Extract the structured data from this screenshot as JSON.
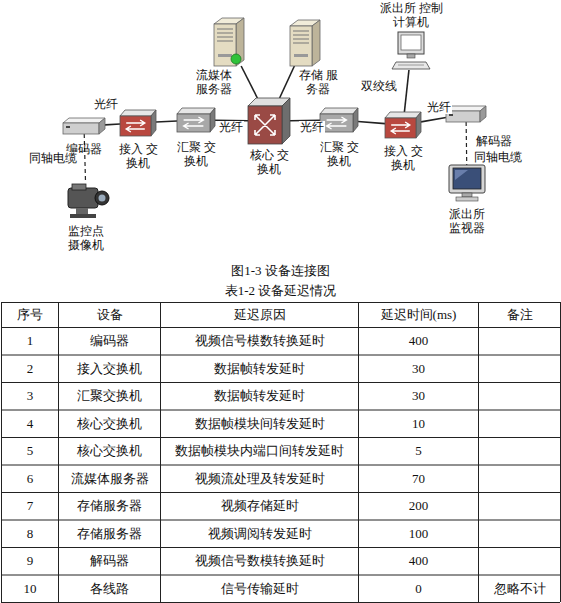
{
  "diagram": {
    "caption": "图1-3 设备连接图",
    "nodes": [
      {
        "text": [
          "编码器"
        ]
      },
      {
        "text": [
          "接入 交换机"
        ]
      },
      {
        "text": [
          "汇聚 交换机"
        ]
      },
      {
        "text": [
          "核心 交换机"
        ]
      },
      {
        "text": [
          "汇聚 交换机"
        ]
      },
      {
        "text": [
          "接入 交换机"
        ]
      },
      {
        "text": [
          "解码器"
        ]
      },
      {
        "text": [
          "监控点 摄像机"
        ]
      },
      {
        "text": [
          "流媒体 服务器"
        ]
      },
      {
        "text": [
          "存储 服务器"
        ]
      },
      {
        "text": [
          "派出所 控制计算机"
        ]
      },
      {
        "text": [
          "派出所 监视器"
        ]
      }
    ],
    "edges": [
      {
        "from": 0,
        "to": 1,
        "label": "光纤",
        "arrow": "none"
      },
      {
        "from": 1,
        "to": 2,
        "arrow": "none"
      },
      {
        "from": 2,
        "to": 3,
        "label": "光纤",
        "arrow": "none"
      },
      {
        "from": 3,
        "to": 4,
        "label": "光纤",
        "arrow": "none"
      },
      {
        "from": 4,
        "to": 5,
        "arrow": "none"
      },
      {
        "from": 5,
        "to": 6,
        "label": "光纤",
        "arrow": "none"
      },
      {
        "from": 0,
        "to": 7,
        "label": "同轴电缆",
        "arrow": "none"
      },
      {
        "from": 3,
        "to": 8,
        "arrow": "none"
      },
      {
        "from": 3,
        "to": 9,
        "arrow": "none"
      },
      {
        "from": 10,
        "to": 5,
        "label": "双绞线",
        "arrow": "none"
      },
      {
        "from": 6,
        "to": 11,
        "label": "同轴电缆",
        "arrow": "none"
      }
    ],
    "labels": [
      "表1-2 设备延迟情况",
      "序号",
      "设备",
      "延迟原因",
      "延迟时间(ms)",
      "备注",
      "1",
      "编码器",
      "视频信号模数转换延时",
      "400",
      "2",
      "接入交换机",
      "数据帧转发延时",
      "30",
      "3",
      "汇聚交换机",
      "数据帧转发延时",
      "30",
      "4",
      "核心交换机",
      "数据帧模块间转发延时",
      "10",
      "5",
      "核心交换机",
      "数据帧模块内端口间转发延时",
      "5",
      "6",
      "流媒体服务器",
      "视频流处理及转发延时",
      "70",
      "7",
      "存储服务器",
      "视频存储延时",
      "200",
      "8",
      "存储服务器",
      "视频调阅转发延时",
      "100",
      "9",
      "解码器",
      "视频信号数模转换延时",
      "400",
      "10",
      "各线路",
      "信号传输延时",
      "0",
      "忽略不计"
    ]
  }
}
